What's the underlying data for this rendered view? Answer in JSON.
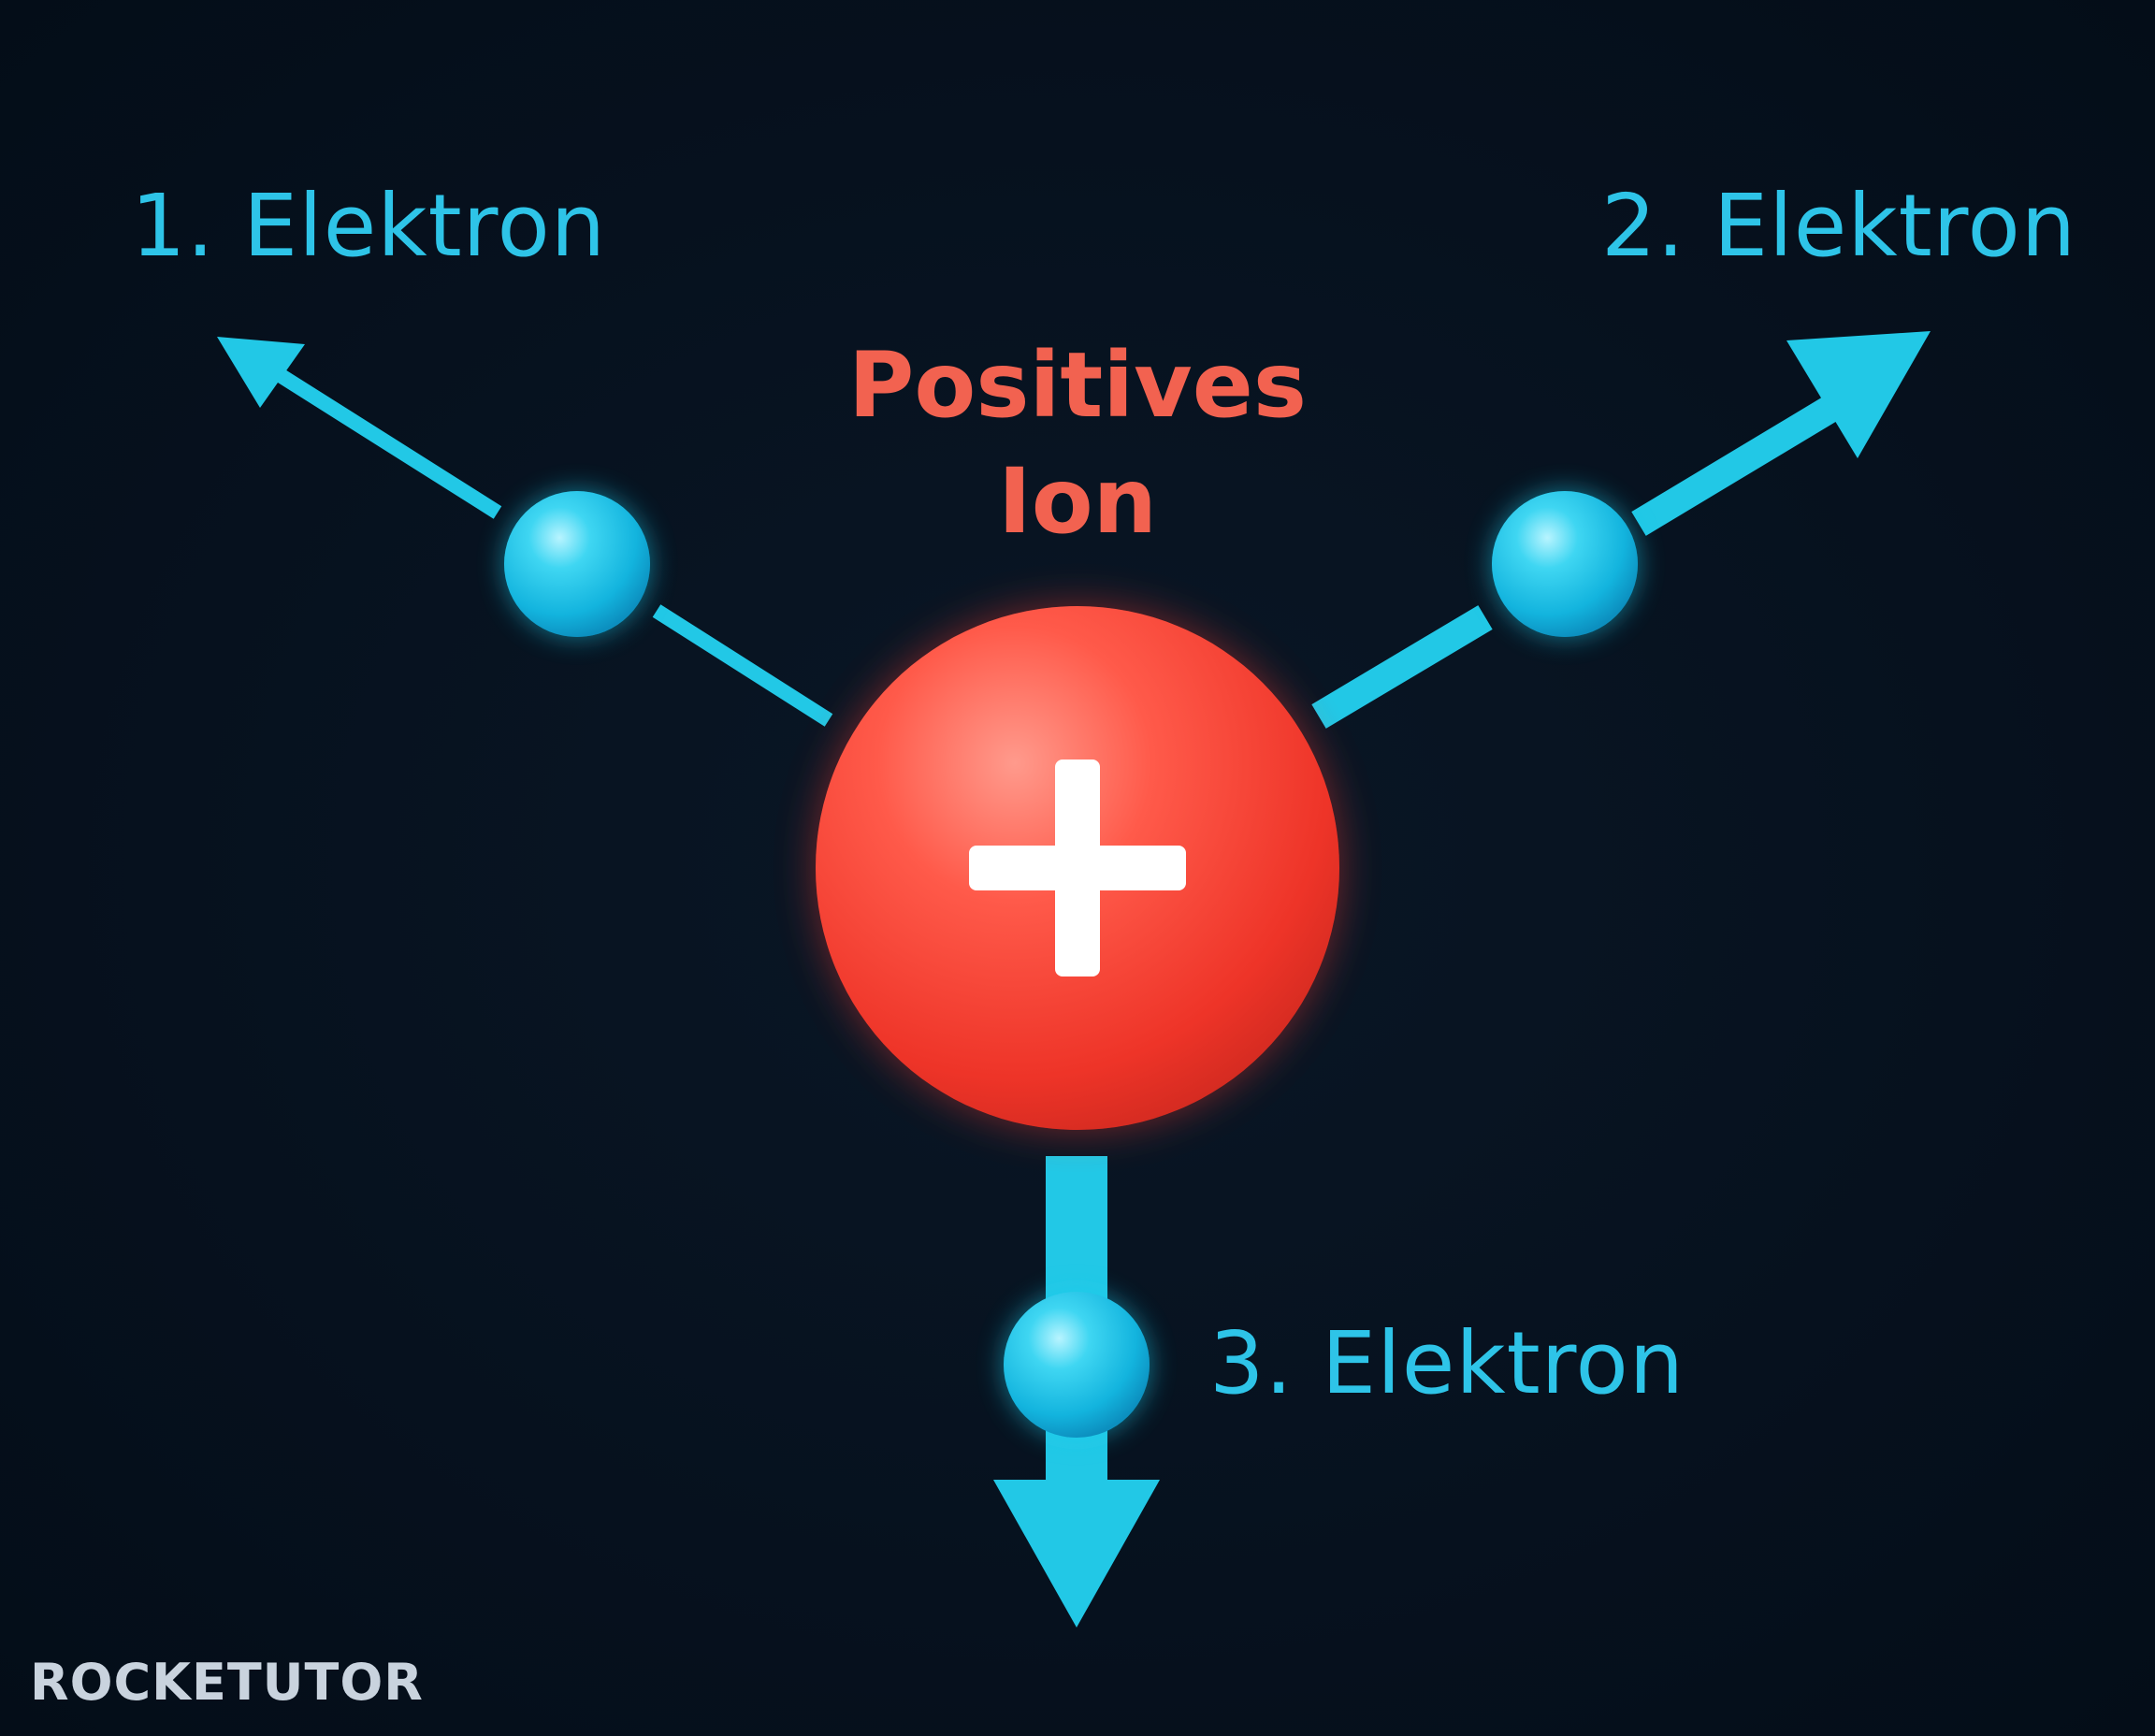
{
  "colors": {
    "background": "#06111e",
    "electron": "#22c8e6",
    "electron_label": "#2ec4e8",
    "ion": "#f0443a",
    "ion_label": "#f26250",
    "plus_sign": "#ffffff",
    "logo": "#c9d3de"
  },
  "ion": {
    "title_line1": "Positives",
    "title_line2": "Ion",
    "symbol": "+"
  },
  "electrons": [
    {
      "label": "1. Elektron"
    },
    {
      "label": "2. Elektron"
    },
    {
      "label": "3. Elektron"
    }
  ],
  "logo": {
    "text": "ROCKETUTOR"
  }
}
